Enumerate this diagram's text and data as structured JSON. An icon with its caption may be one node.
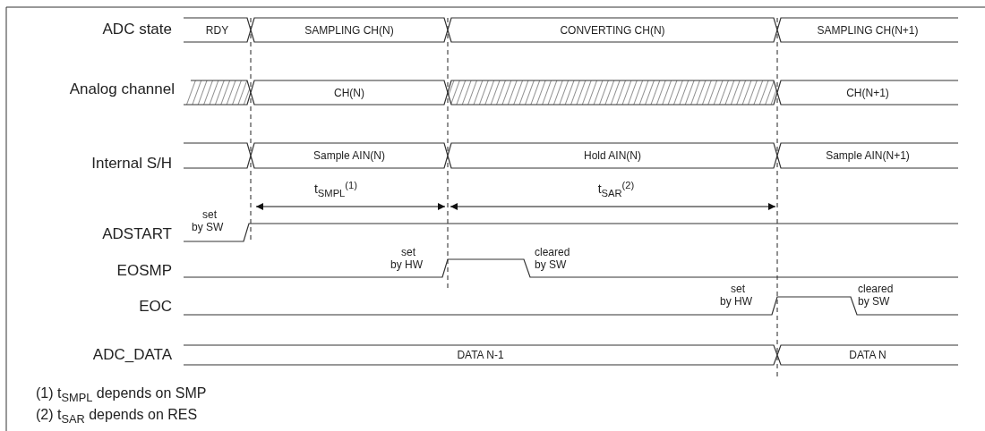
{
  "diagram": {
    "nodes": [
      {
        "text": [
          "RDY"
        ]
      },
      {
        "text": [
          "SAMPLING CH(N)"
        ]
      },
      {
        "text": [
          "CONVERTING CH(N)"
        ]
      },
      {
        "text": [
          "SAMPLING CH(N+1)"
        ]
      },
      {
        "text": [],
        "shape": "box"
      },
      {
        "text": [
          "CH(N)"
        ]
      },
      {
        "text": [],
        "shape": "box"
      },
      {
        "text": [
          "CH(N+1)"
        ]
      },
      {
        "text": [],
        "shape": "box"
      },
      {
        "text": [
          "Sample AIN(N)"
        ]
      },
      {
        "text": [
          "Hold AIN(N)"
        ]
      },
      {
        "text": [
          "Sample AIN(N+1)"
        ]
      },
      {
        "text": [
          "DATA N-1"
        ]
      },
      {
        "text": [
          "DATA N"
        ]
      }
    ],
    "labels": [
      "ADC state",
      "Analog channel",
      "Internal S/H",
      "t$_{SMPL}$$^{(1)}$",
      "t$_{SAR}$$^{(2)}$",
      "set by SW",
      "ADSTART",
      "set by HW",
      "cleared by SW",
      "EOSMP",
      "set by HW",
      "EOC",
      "cleared by SW",
      "ADC_DATA",
      "(1) t$_{SMPL}$ depends on SMP",
      "(2) t$_{SAR}$ depends on RES"
    ]
  }
}
